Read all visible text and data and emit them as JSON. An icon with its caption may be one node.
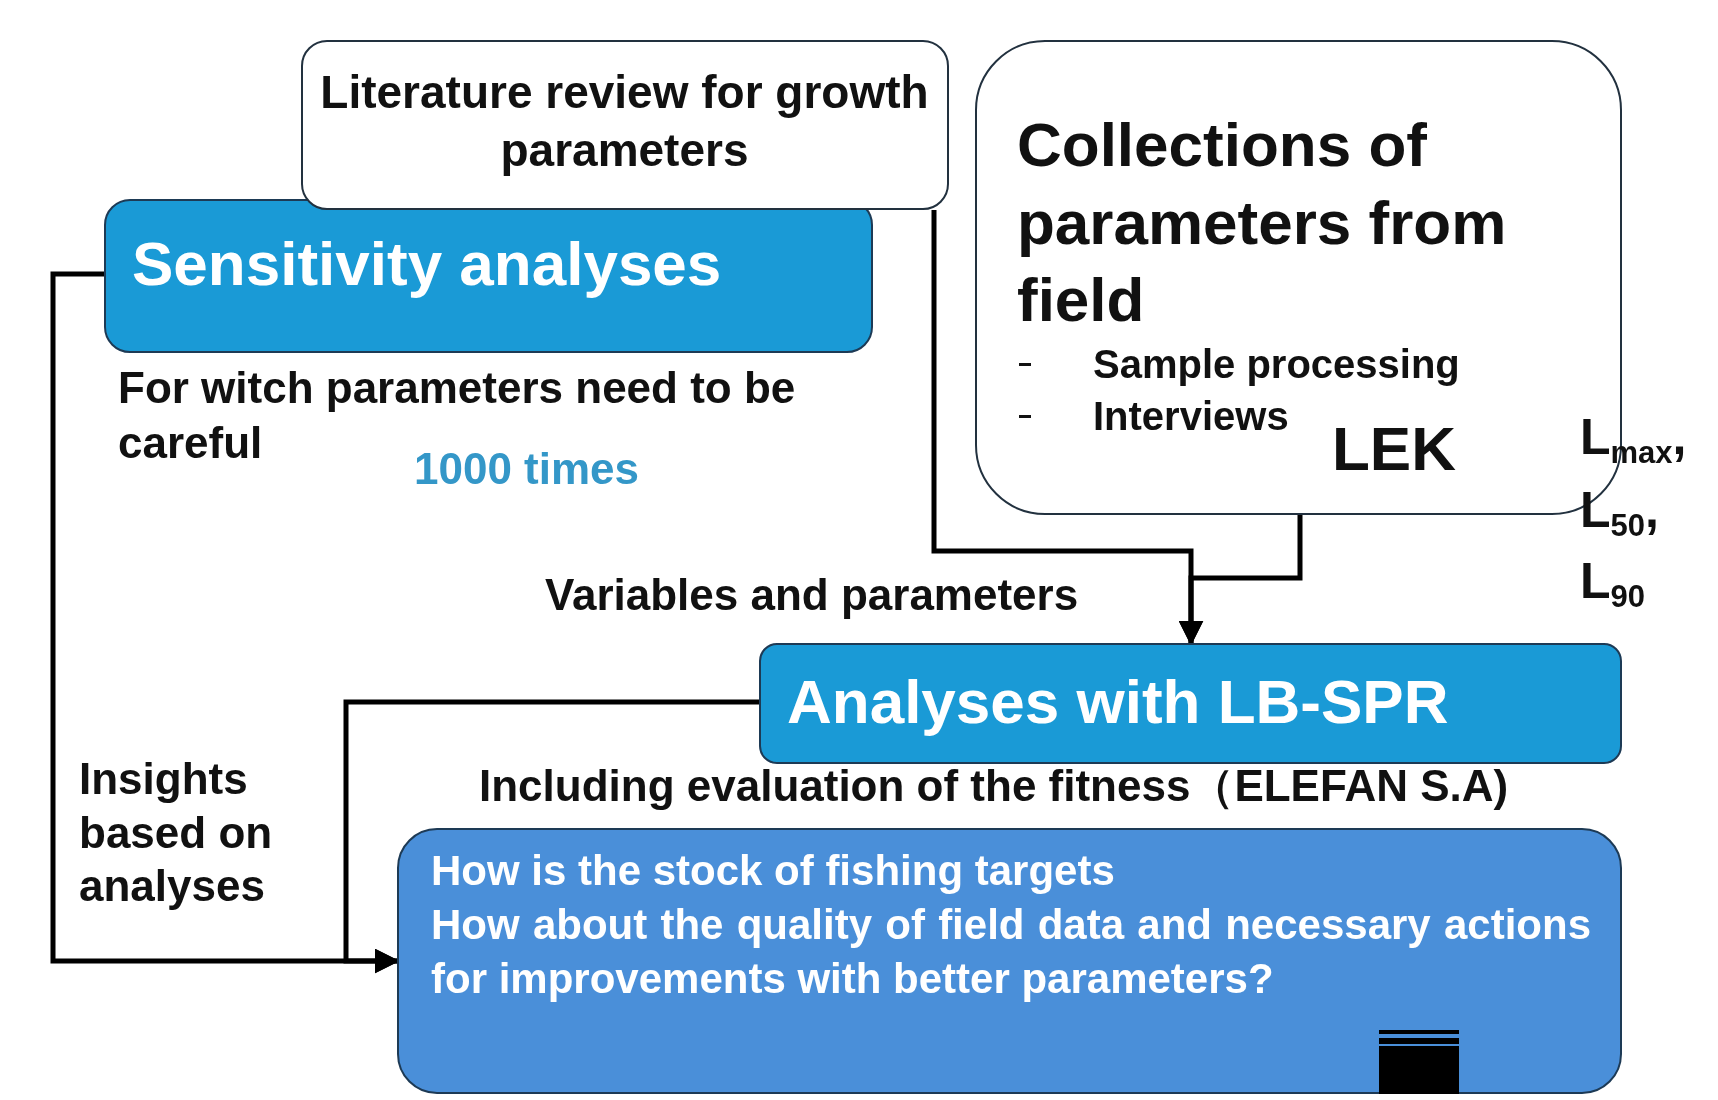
{
  "diagram": {
    "nodes": [
      {
        "text": [
          "Literature review for growth parameters"
        ]
      },
      {
        "text": [
          "Sensitivity analyses"
        ],
        "beside": [
          "For witch  parameters need to be careful"
        ]
      },
      {
        "text": [
          "Collections of parameters from field",
          "Sample processing",
          "Interviews",
          "LEK"
        ]
      },
      {
        "text": [
          "Analyses with LB-SPR"
        ],
        "beside": [
          "Including evaluation of the fitness（ELEFAN S.A)"
        ]
      },
      {
        "text": [
          "How is the stock of fishing targets",
          "How about the quality of field data and necessary actions for improvements with better parameters?"
        ]
      }
    ],
    "edges": [
      {
        "from": 0,
        "to": 3,
        "arrow": "to",
        "label": "Variables and parameters"
      },
      {
        "from": 2,
        "to": 3,
        "arrow": "to"
      },
      {
        "from": 1,
        "to": 4,
        "arrow": "to"
      },
      {
        "from": 3,
        "to": 4,
        "arrow": "to"
      }
    ],
    "labels": [
      "1000 times",
      "L$_{max}$,",
      "L$_{50}$,",
      "L$_{90}$",
      "Insights based on analyses"
    ]
  }
}
